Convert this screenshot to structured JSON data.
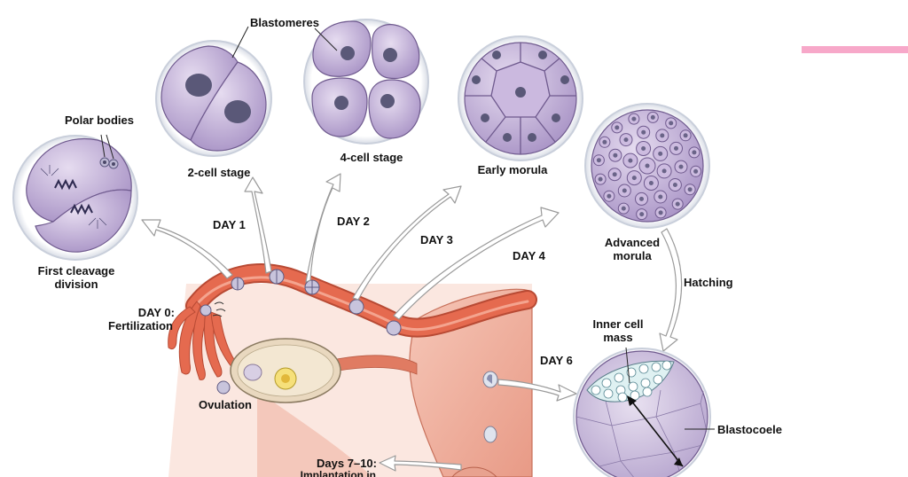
{
  "labels": {
    "blastomeres": "Blastomeres",
    "polar_bodies": "Polar bodies",
    "two_cell": "2-cell stage",
    "four_cell": "4-cell stage",
    "early_morula": "Early morula",
    "first_cleavage": "First cleavage division",
    "advanced_morula": "Advanced morula",
    "hatching": "Hatching",
    "day0": "DAY 0:",
    "fertilization": "Fertilization",
    "ovulation": "Ovulation",
    "inner_cell_mass": "Inner cell mass",
    "blastocoele": "Blastocoele",
    "days_7_10": "Days 7–10:",
    "implantation": "Implantation in"
  },
  "days": {
    "day1": "DAY 1",
    "day2": "DAY 2",
    "day3": "DAY 3",
    "day4": "DAY 4",
    "day6": "DAY 6"
  },
  "colors": {
    "accent": "#f7a8c9",
    "cell_fill": "#c9b6dc",
    "cell_light": "#dccfe9",
    "cell_edge": "#6f5a8e",
    "nucleus": "#5a5878",
    "tube": "#d9573f",
    "tissue": "#f0b8a8",
    "arrow_fill": "#ffffff",
    "arrow_edge": "#9a9a9a"
  }
}
